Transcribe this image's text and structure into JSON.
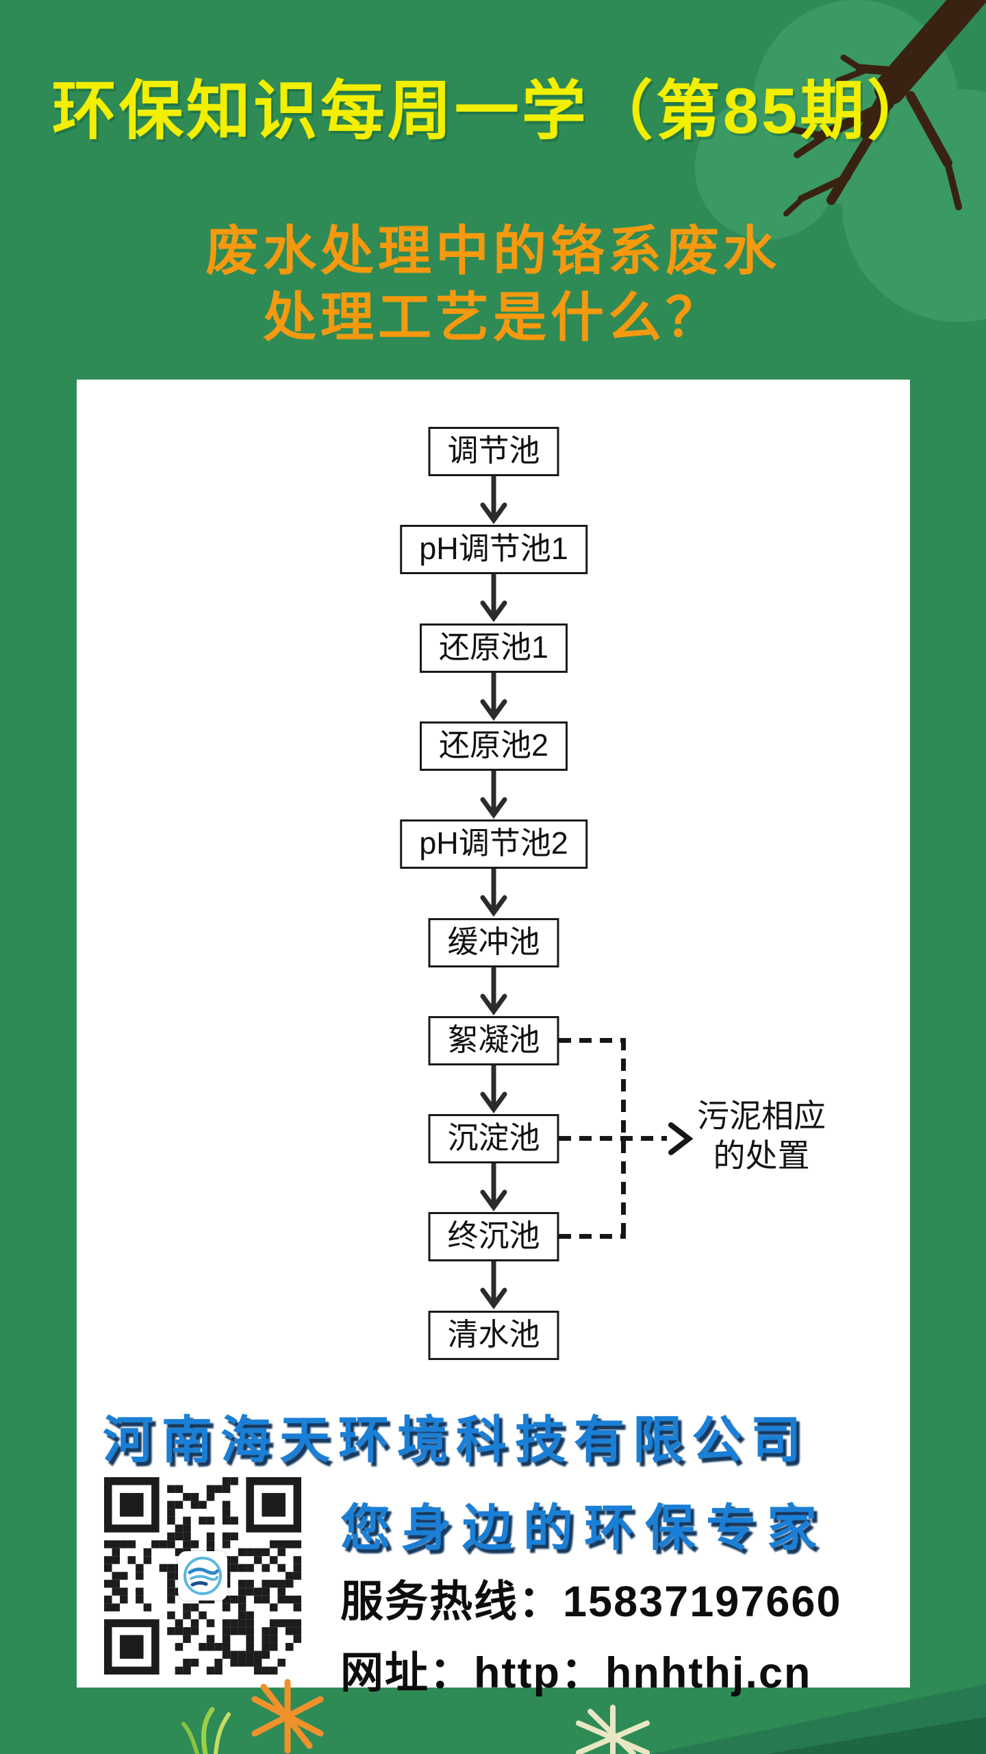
{
  "poster": {
    "title": "环保知识每周一学（第85期）",
    "question_line1": "废水处理中的铬系废水",
    "question_line2": "处理工艺是什么？"
  },
  "flowchart": {
    "nodes": [
      "调节池",
      "pH调节池1",
      "还原池1",
      "还原池2",
      "pH调节池2",
      "缓冲池",
      "絮凝池",
      "沉淀池",
      "终沉池",
      "清水池"
    ],
    "sludge_note_line1": "污泥相应",
    "sludge_note_line2": "的处置"
  },
  "footer": {
    "company_name": "河南海天环境科技有限公司",
    "slogan": "您身边的环保专家",
    "hotline": "服务热线：15837197660",
    "website": "网址：http：hnhthj.cn"
  },
  "colors": {
    "background_green": "#2e8b56",
    "foliage_light_green": "#3b9a63",
    "branch_brown": "#3a2213",
    "title_yellow": "#f2ef00",
    "question_orange": "#f6990f",
    "brand_blue": "#1a7fd6",
    "flow_line_black": "#222222",
    "corner_leaf_green": "#1d6742",
    "sparkle_orange": "#f0912c"
  },
  "icons": {
    "qr_code": "qr-code",
    "qr_center_logo": "water-globe-logo",
    "branch": "tree-branch",
    "down_arrow": "down-arrow",
    "dashed_arrow": "dashed-right-arrow",
    "sparkles": "sparkle-flowers",
    "grass": "grass-tuft"
  }
}
